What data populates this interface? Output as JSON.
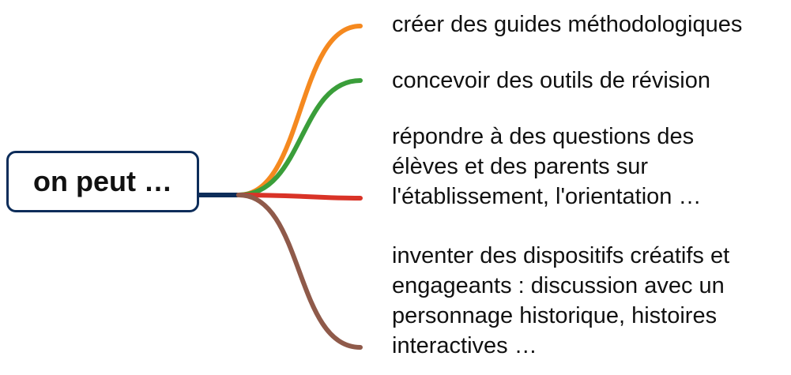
{
  "root": {
    "label": "on peut …"
  },
  "branches": [
    {
      "lines": [
        "créer des guides méthodologiques"
      ],
      "color": "#f5891f"
    },
    {
      "lines": [
        "concevoir des outils de révision"
      ],
      "color": "#3a9e3a"
    },
    {
      "lines": [
        "répondre à des questions des",
        "élèves et des parents sur",
        "l'établissement, l'orientation …"
      ],
      "color": "#d93327"
    },
    {
      "lines": [
        "inventer des dispositifs créatifs et",
        "engageants : discussion avec un",
        "personnage historique, histoires",
        "interactives …"
      ],
      "color": "#8f5a4a"
    }
  ],
  "colors": {
    "stem": "#0d2d5a",
    "root_border": "#0d2d5a",
    "text": "#111111"
  }
}
